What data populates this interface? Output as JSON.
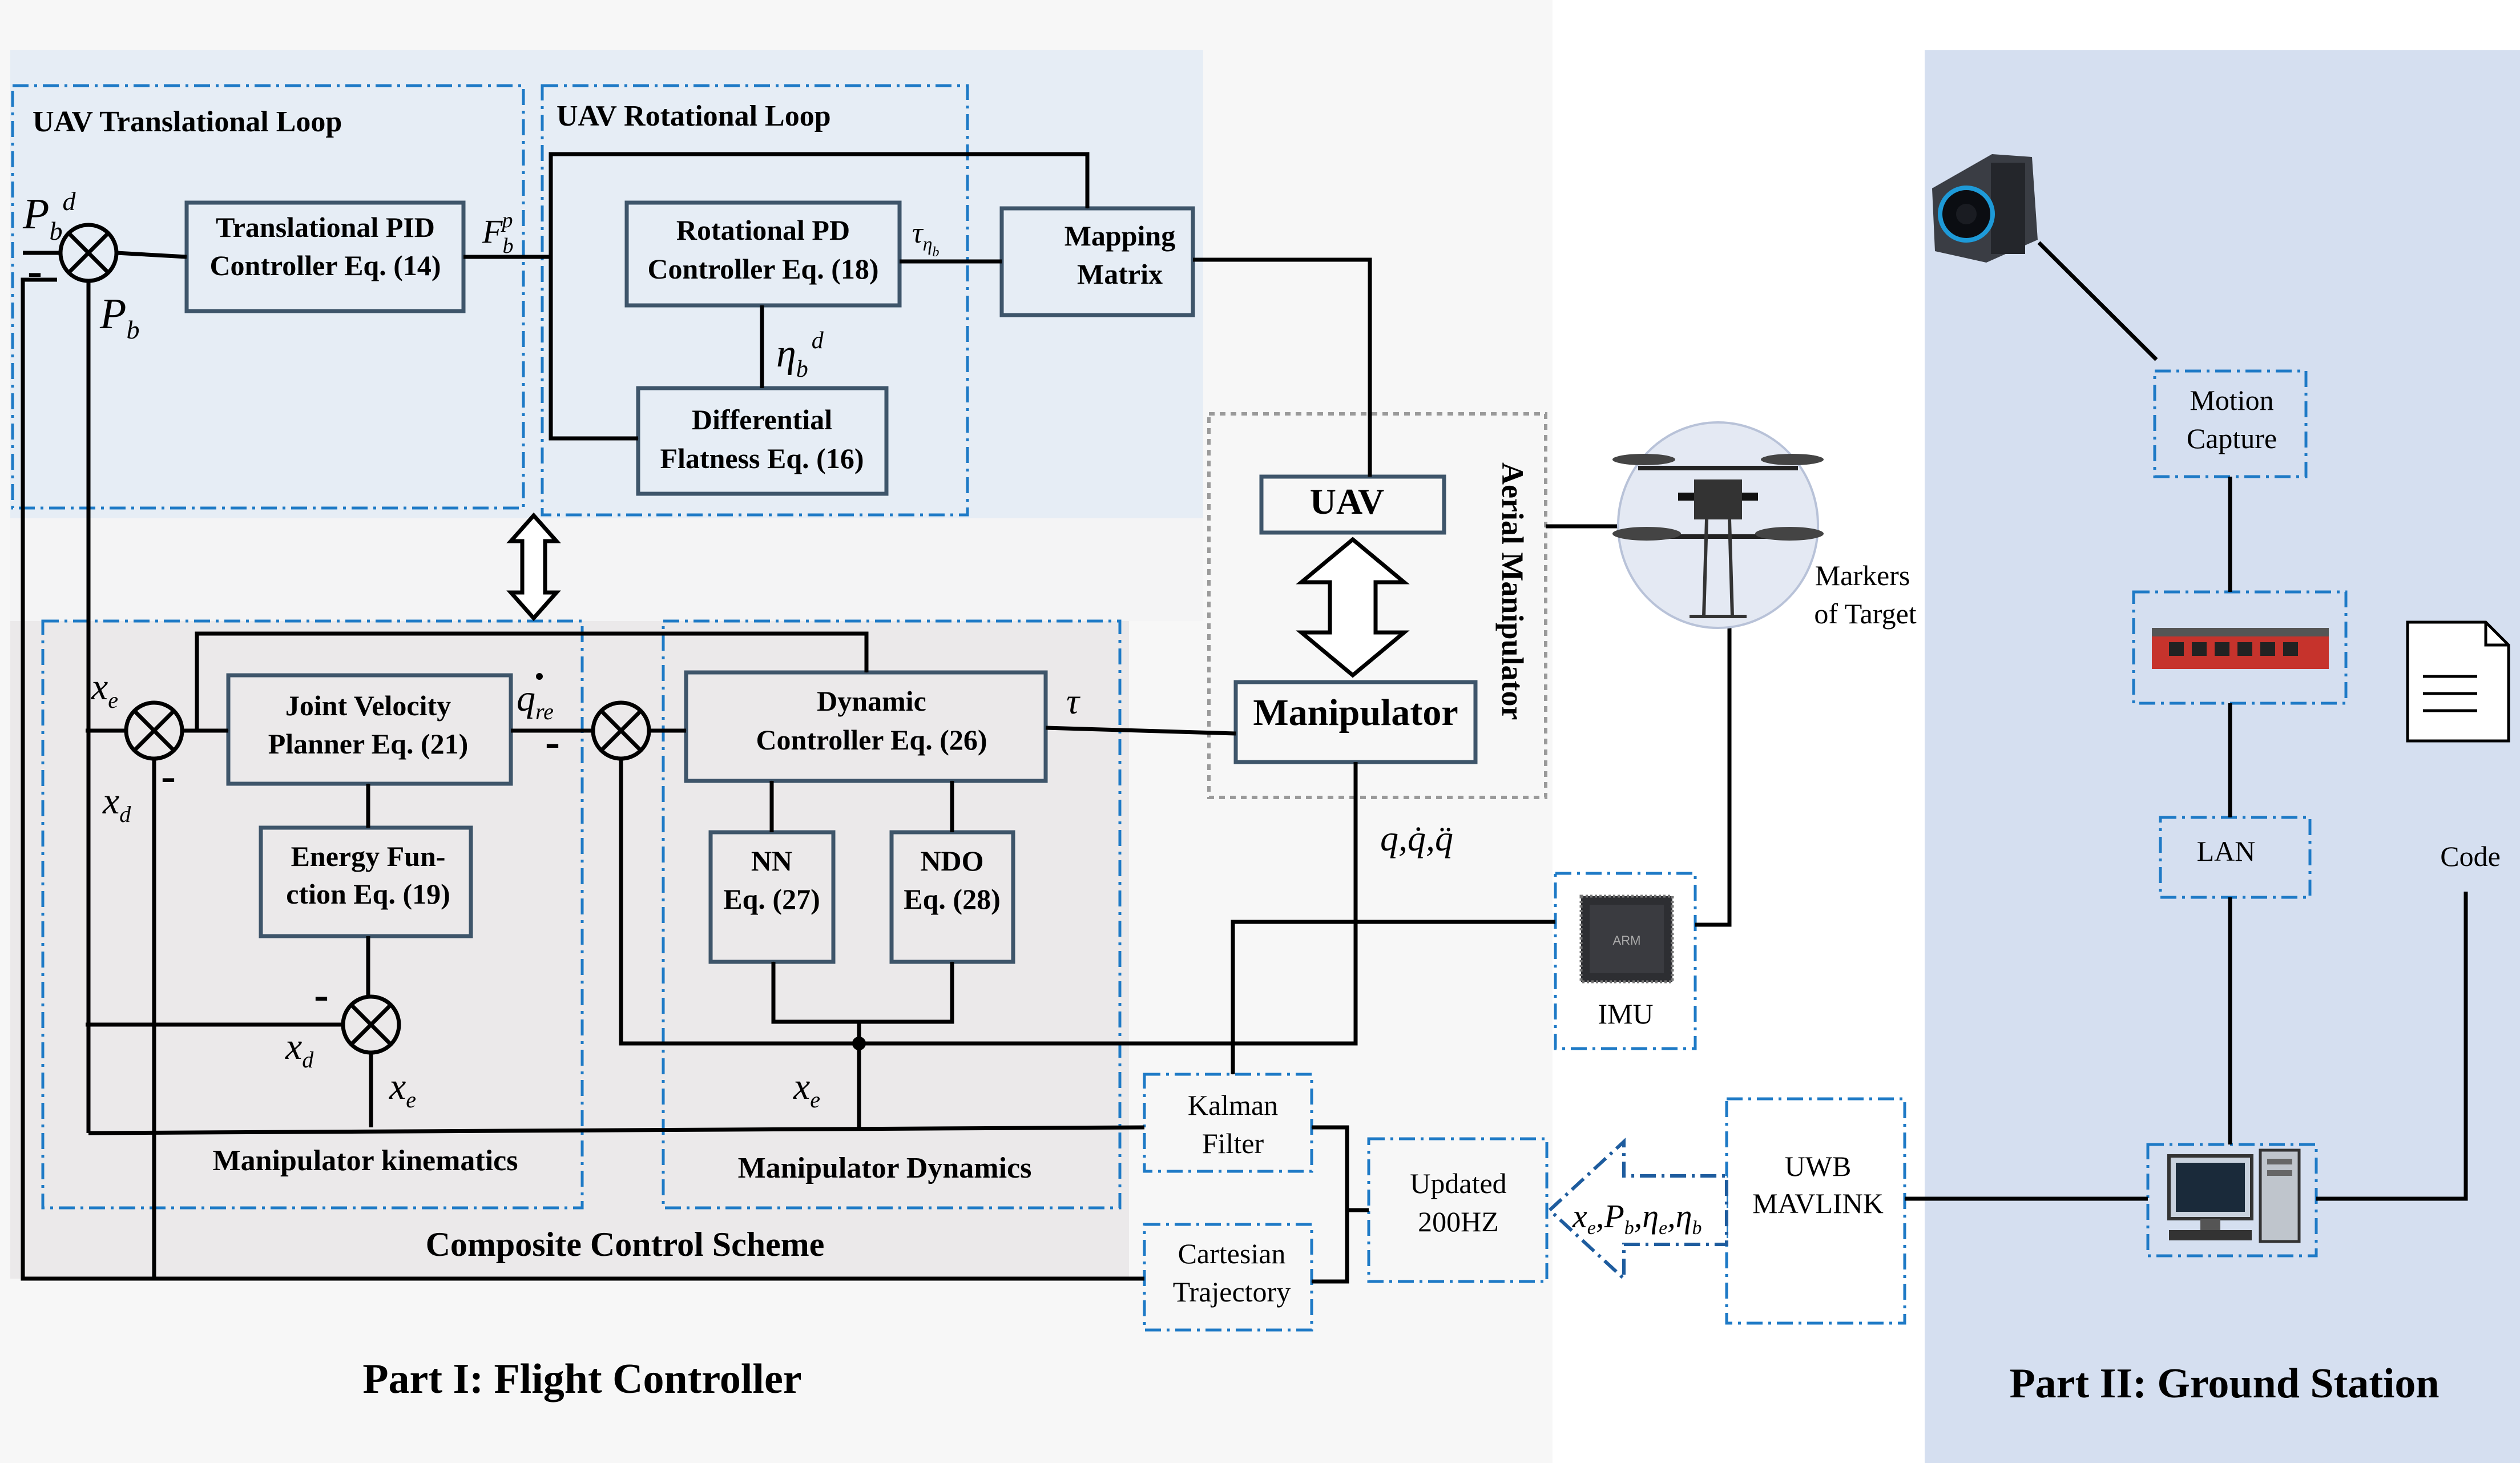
{
  "regions": {
    "translational_loop": "UAV Translational Loop",
    "rotational_loop": "UAV Rotational Loop",
    "manipulator_kinematics": "Manipulator kinematics",
    "manipulator_dynamics": "Manipulator Dynamics",
    "composite_scheme": "Composite Control Scheme",
    "aerial_manipulator": "Aerial Manipulator"
  },
  "blocks": {
    "translational_pid": [
      "Translational PID",
      "Controller Eq. (14)"
    ],
    "rotational_pd": [
      "Rotational PD",
      "Controller Eq. (18)"
    ],
    "mapping_matrix": [
      "Mapping",
      "Matrix"
    ],
    "differential_flatness": [
      "Differential",
      "Flatness Eq. (16)"
    ],
    "uav": "UAV",
    "manipulator": "Manipulator",
    "joint_velocity": [
      "Joint Velocity",
      "Planner Eq. (21)"
    ],
    "energy_function": [
      "Energy Fun-",
      "ction Eq. (19)"
    ],
    "dynamic_controller": [
      "Dynamic",
      "Controller Eq. (26)"
    ],
    "nn": [
      "NN",
      "Eq. (27)"
    ],
    "ndo": [
      "NDO",
      "Eq. (28)"
    ],
    "kalman_filter": [
      "Kalman",
      "Filter"
    ],
    "cartesian_trajectory": [
      "Cartesian",
      "Trajectory"
    ],
    "updated": [
      "Updated",
      "200HZ"
    ],
    "uwb": [
      "UWB",
      "MAVLINK"
    ],
    "imu": "IMU",
    "motion_capture": [
      "Motion",
      "Capture"
    ],
    "lan": "LAN",
    "code": "Code",
    "markers": [
      "Markers",
      "of Target"
    ]
  },
  "signals": {
    "pbd": "P",
    "pb": "P",
    "fbp": "F",
    "tau_eta": "τ",
    "eta_bd": "η",
    "xe": "x",
    "xd": "x",
    "qre": "q",
    "tau": "τ",
    "qqq": "q,q̇,q̈",
    "state_vector": "x",
    "minus": "-"
  },
  "footer": {
    "part1": "Part I: Flight Controller",
    "part2": "Part II: Ground Station"
  },
  "colors": {
    "top_panel": "#e6edf5",
    "middle_panel": "#f4f4f5",
    "bottom_panel": "#ebe9ea",
    "left_background": "#f7f7f7",
    "ground_station": "#d5dff0",
    "dash_blue": "#1e7ac6",
    "block_border": "#3e556a",
    "gray_dash": "#9a9a9a"
  }
}
